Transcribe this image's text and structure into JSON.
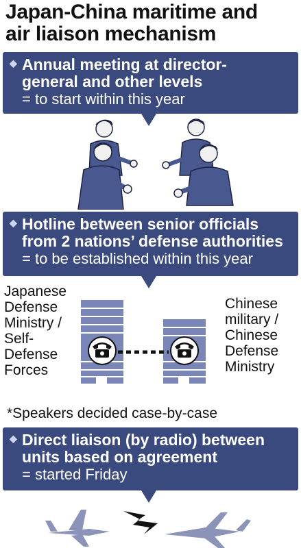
{
  "title": {
    "line1": "Japan-China maritime and",
    "line2": "air liaison mechanism"
  },
  "sections": [
    {
      "heading_line1": "Annual meeting at director-",
      "heading_line2": "general and other levels",
      "status": "= to start within this year"
    },
    {
      "heading_line1": "Hotline between senior officials",
      "heading_line2": "from 2 nations’ defense authorities",
      "status": "= to be established within this year"
    },
    {
      "heading_line1": "Direct liaison (by radio) between",
      "heading_line2": "units based on agreement",
      "status": "= started Friday"
    }
  ],
  "hotline": {
    "japan_side": [
      "Japanese",
      "Defense",
      "Ministry /",
      "Self-",
      "Defense",
      "Forces"
    ],
    "china_side": [
      "Chinese",
      "military /",
      "Chinese",
      "Defense",
      "Ministry"
    ],
    "note": "*Speakers decided case-by-case"
  },
  "colors": {
    "box_background": "#3b4a7e",
    "building": "#7a86b8",
    "figures": "#4a5890",
    "aircraft": "#8b94b8"
  },
  "icons": [
    "businessmen-meeting-illustration",
    "telephone-icon",
    "fighter-jet-icon",
    "lightning-bolt-icon"
  ]
}
